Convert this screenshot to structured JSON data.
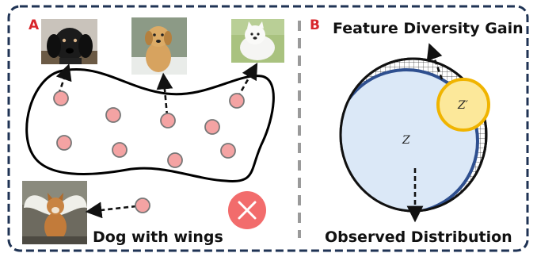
{
  "panel_a": {
    "letter": "A",
    "caption": "Dog with wings",
    "photos": [
      {
        "name": "black-puppy-photo",
        "alt": "black puppy"
      },
      {
        "name": "golden-puppy-photo",
        "alt": "golden retriever puppy"
      },
      {
        "name": "white-dog-photo",
        "alt": "white samoyed dog"
      },
      {
        "name": "winged-dog-photo",
        "alt": "dog with wings"
      }
    ],
    "reject_icon": "x-circle-icon"
  },
  "panel_b": {
    "letter": "B",
    "title": "Feature Diversity Gain",
    "caption": "Observed Distribution",
    "big_circle_label": "Z",
    "small_circle_label": "Z′"
  },
  "colors": {
    "frame": "#1f3354",
    "point_fill": "#f4a3a3",
    "point_stroke": "#777777",
    "z_fill": "#dbe8f7",
    "z_stroke": "#2e4f8f",
    "zprime_fill": "#fce89a",
    "zprime_stroke": "#f0b400",
    "reject": "#f26c6c",
    "letter": "#d8262b"
  }
}
